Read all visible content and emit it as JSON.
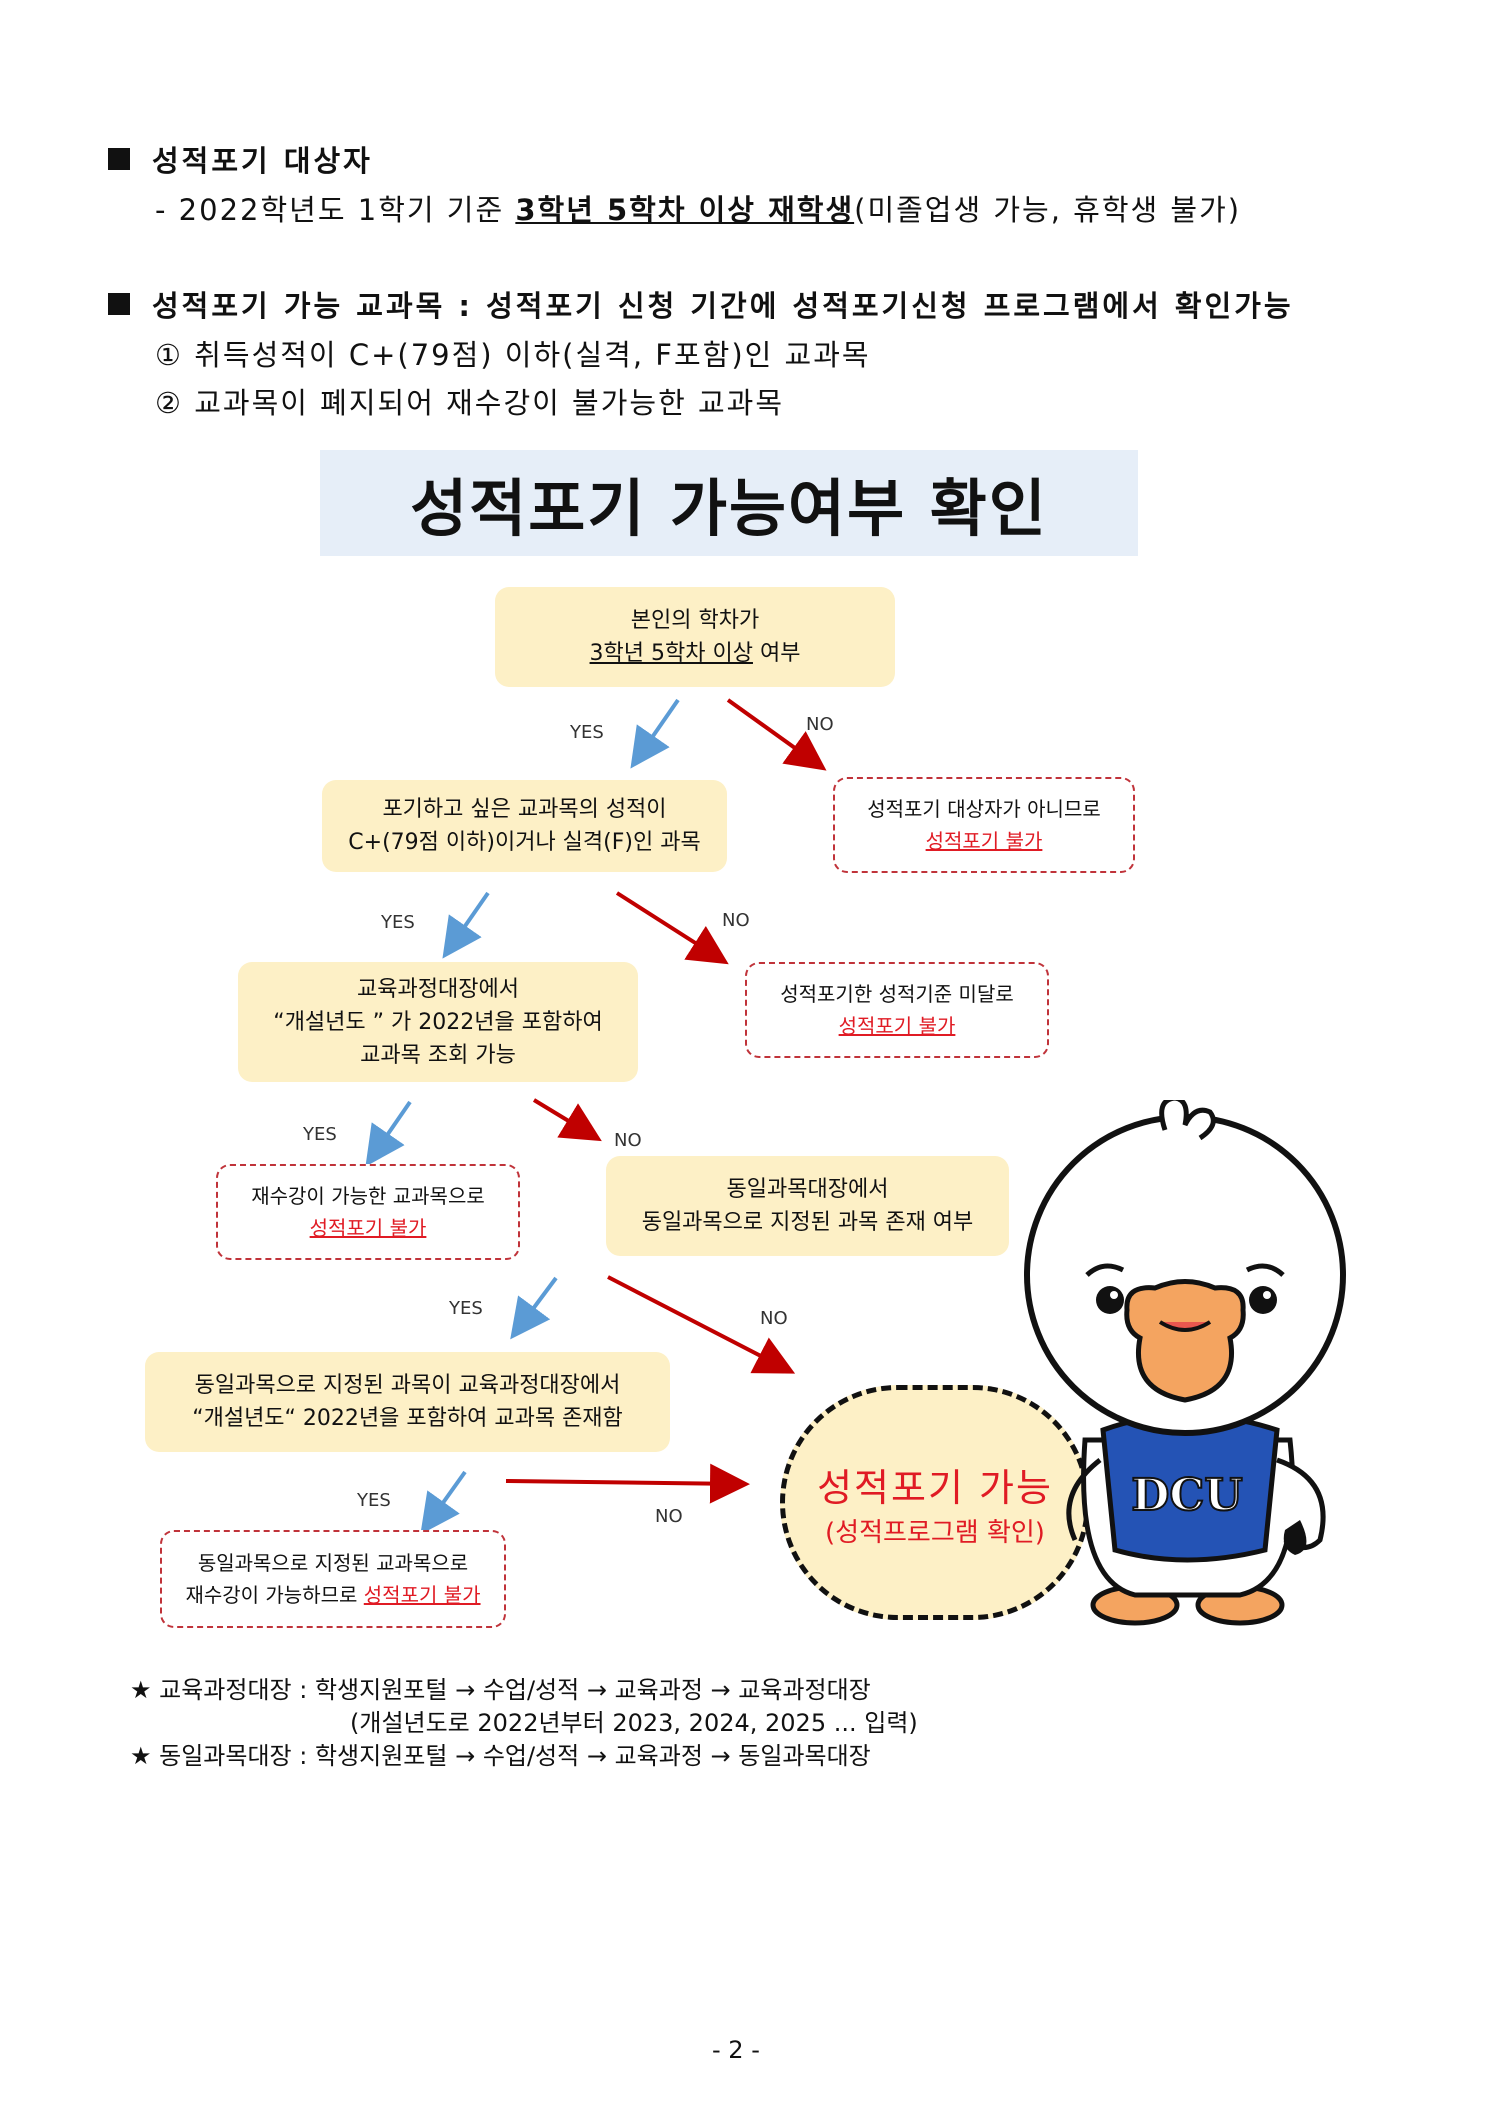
{
  "section1": {
    "heading": "성적포기 대상자",
    "line_prefix": "- 2022학년도 1학기 기준 ",
    "line_bold": "3학년 5학차 이상 재학생",
    "line_suffix": "(미졸업생 가능, 휴학생 불가)"
  },
  "section2": {
    "heading": "성적포기 가능 교과목 : 성적포기 신청 기간에 성적포기신청 프로그램에서 확인가능",
    "items": [
      "① 취득성적이 C+(79점) 이하(실격, F포함)인 교과목",
      "② 교과목이 폐지되어 재수강이 불가능한 교과목"
    ]
  },
  "flow": {
    "title": "성적포기 가능여부 확인",
    "q1": {
      "line1": "본인의 학차가",
      "line2_ul": "3학년 5학차 이상",
      "line2_rest": " 여부"
    },
    "q2": {
      "line1": "포기하고 싶은 교과목의 성적이",
      "line2": "C+(79점 이하)이거나 실격(F)인 과목"
    },
    "q3": {
      "line1": "교육과정대장에서",
      "line2": "“개설년도 ” 가 2022년을 포함하여",
      "line3": "교과목 조회 가능"
    },
    "q4": {
      "line1": "동일과목대장에서",
      "line2": "동일과목으로 지정된 과목 존재 여부"
    },
    "q5": {
      "line1": "동일과목으로 지정된 과목이 교육과정대장에서",
      "line2": "“개설년도“ 2022년을 포함하여 교과목 존재함"
    },
    "r1": {
      "line1": "성적포기 대상자가 아니므로",
      "red": "성적포기 불가"
    },
    "r2": {
      "line1": "성적포기한 성적기준 미달로",
      "red": "성적포기 불가"
    },
    "r3": {
      "line1": "재수강이 가능한 교과목으로",
      "red": "성적포기 불가"
    },
    "r4": {
      "line1": "동일과목으로 지정된 교과목으로",
      "line2_prefix": "재수강이 가능하므로 ",
      "red": "성적포기 불가"
    },
    "final": {
      "line1": "성적포기 가능",
      "line2": "(성적프로그램 확인)"
    },
    "yes": "YES",
    "no": "NO",
    "colors": {
      "yes_arrow": "#5b9bd5",
      "no_arrow": "#c00000",
      "box_fill": "#fdf0c6",
      "banner": "#e6eef8"
    }
  },
  "mascot": {
    "shirt_text": "DCU"
  },
  "notes": [
    "★ 교육과정대장 : 학생지원포털 → 수업/성적 → 교육과정 → 교육과정대장",
    "(개설년도로 2022년부터 2023, 2024, 2025 ... 입력)",
    "★ 동일과목대장 : 학생지원포털 → 수업/성적 → 교육과정 → 동일과목대장"
  ],
  "page_number": "- 2 -"
}
